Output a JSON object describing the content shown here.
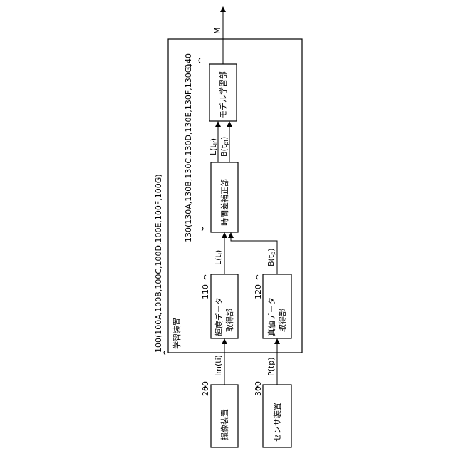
{
  "diagram": {
    "learning_device": {
      "ref": "100(100A,100B,100C,100D,100E,100F,100G)",
      "title": "学習装置"
    },
    "luminance_unit": {
      "ref": "110",
      "line1": "輝度データ",
      "line2": "取得部"
    },
    "truth_unit": {
      "ref": "120",
      "line1": "真値データ",
      "line2": "取得部"
    },
    "time_corr_unit": {
      "ref": "130(130A,130B,130C,130D,130E,130F,130G)",
      "label": "時間差補正部"
    },
    "model_unit": {
      "ref": "140",
      "label": "モデル学習部"
    },
    "camera": {
      "ref": "200",
      "label": "撮像装置"
    },
    "sensor": {
      "ref": "300",
      "label": "センサ装置"
    },
    "signals": {
      "im": "Im(ti)",
      "p": "P(tp)",
      "l_ti": "L(t",
      "l_ti_sub": "i",
      "l_ti_end": ")",
      "b_tp": "B(t",
      "b_tp_sub": "p",
      "b_tp_end": ")",
      "l_tif": "L(t",
      "l_tif_sub": "if",
      "l_tif_end": ")",
      "b_tpf": "B(t",
      "b_tpf_sub": "pf",
      "b_tpf_end": ")",
      "m": "M"
    }
  }
}
